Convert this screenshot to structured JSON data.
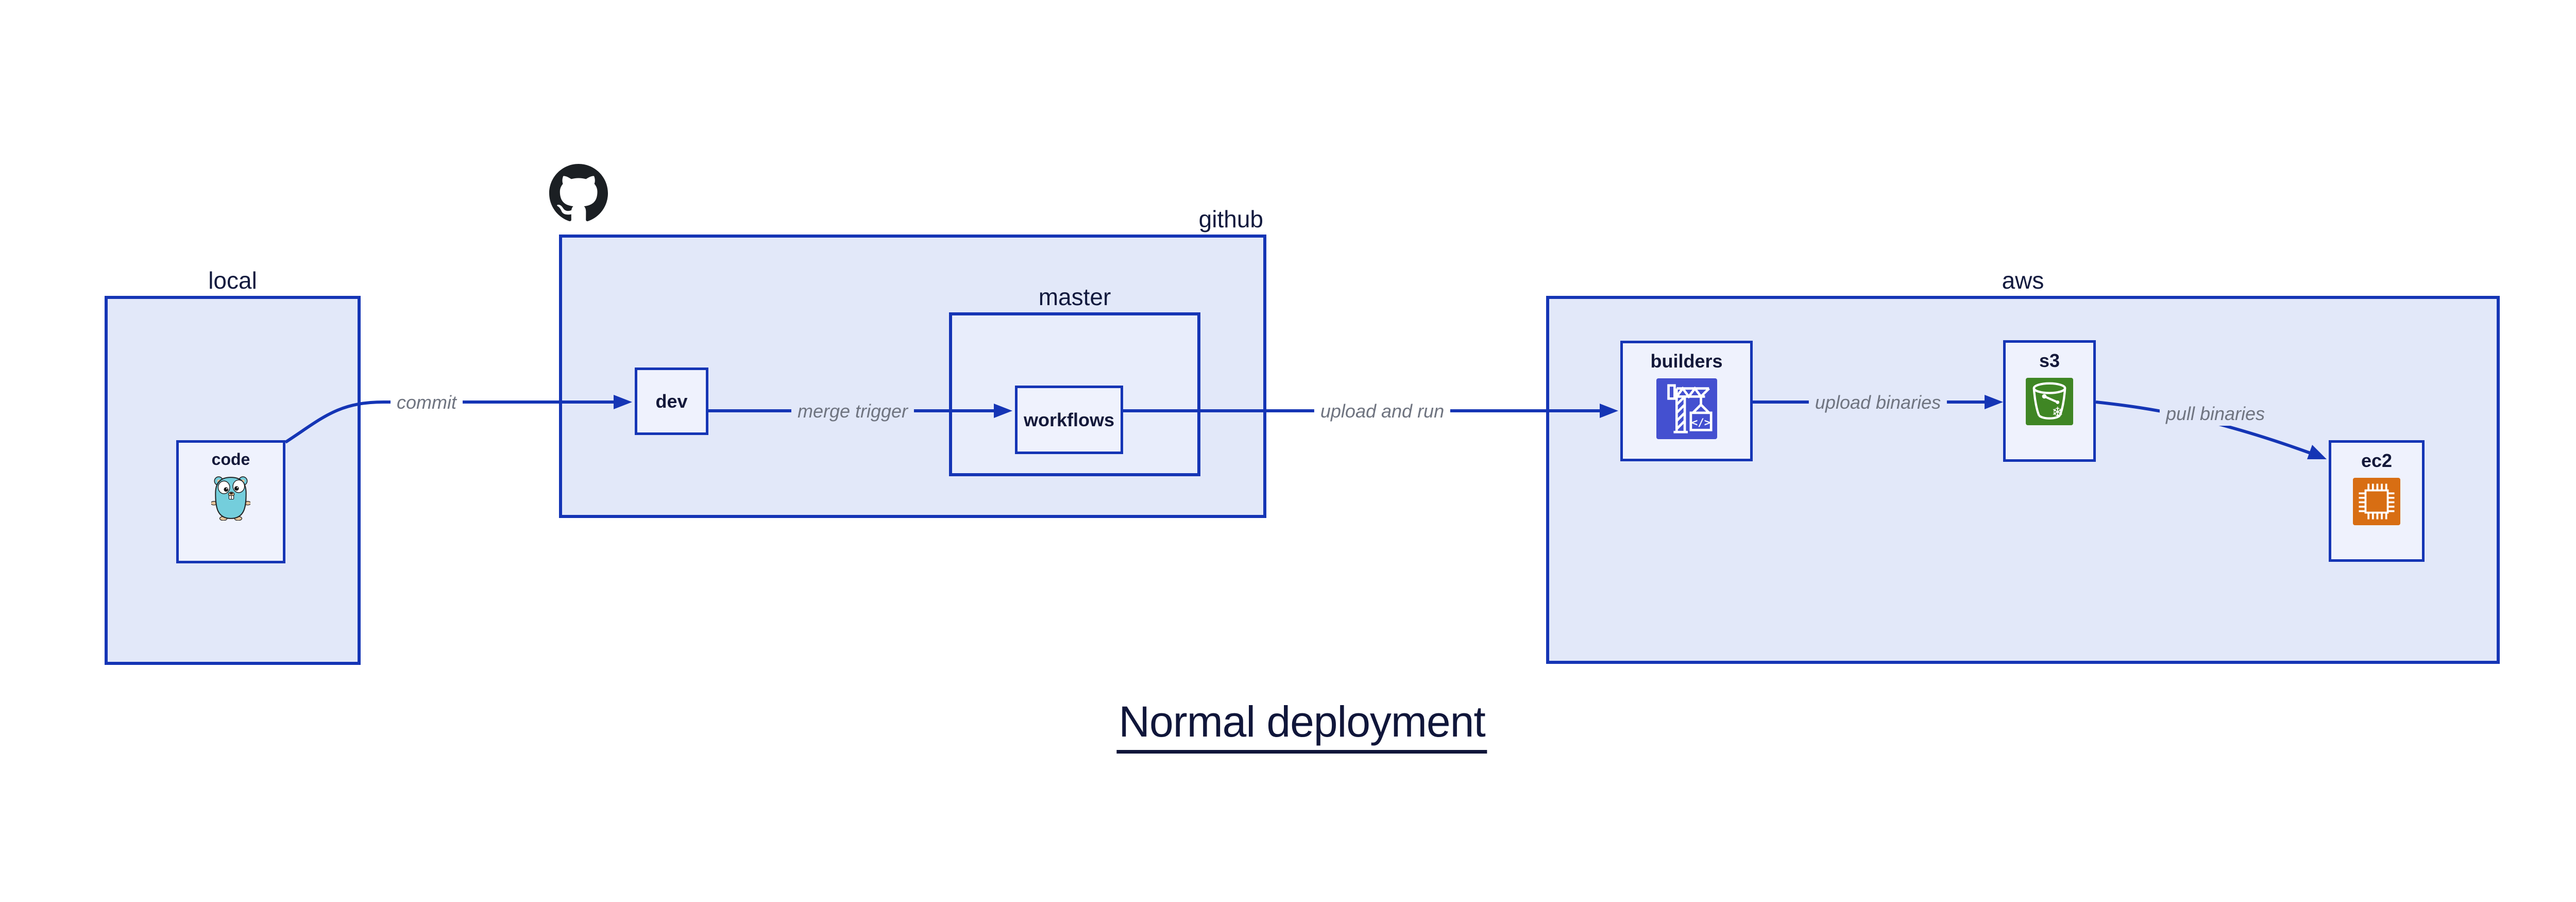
{
  "diagram": {
    "title": "Normal deployment",
    "containers": [
      {
        "id": "local",
        "label": "local"
      },
      {
        "id": "github",
        "label": "github"
      },
      {
        "id": "master",
        "label": "master"
      },
      {
        "id": "aws",
        "label": "aws"
      }
    ],
    "nodes": [
      {
        "id": "code",
        "label": "code",
        "icon": "go-gopher-icon"
      },
      {
        "id": "dev",
        "label": "dev",
        "icon": null
      },
      {
        "id": "workflows",
        "label": "workflows",
        "icon": null
      },
      {
        "id": "builders",
        "label": "builders",
        "icon": "codebuild-crane-icon"
      },
      {
        "id": "s3",
        "label": "s3",
        "icon": "s3-bucket-icon"
      },
      {
        "id": "ec2",
        "label": "ec2",
        "icon": "ec2-chip-icon"
      }
    ],
    "edges": [
      {
        "from": "local.code",
        "to": "github.dev",
        "label": "commit"
      },
      {
        "from": "github.dev",
        "to": "github.master.workflows",
        "label": "merge trigger"
      },
      {
        "from": "github.master.workflows",
        "to": "aws.builders",
        "label": "upload and run"
      },
      {
        "from": "aws.builders",
        "to": "aws.s3",
        "label": "upload binaries"
      },
      {
        "from": "aws.s3",
        "to": "aws.ec2",
        "label": "pull binaries"
      }
    ],
    "colors": {
      "edge_and_border_blue": "#1535b5",
      "container_fill": "#e2e8f9",
      "nested_container_fill": "#e8edfb",
      "node_fill": "#eff2fd",
      "label_navy": "#121a3e",
      "edge_label_gray": "#6f7480",
      "title_color": "#10163a",
      "github_mark_dark": "#1b1f23",
      "gopher_teal": "#74cedc",
      "codebuild_indigo": "#4450d0",
      "s3_green": "#3f8624",
      "ec2_orange": "#d86e13",
      "page_background": "#ffffff"
    }
  }
}
